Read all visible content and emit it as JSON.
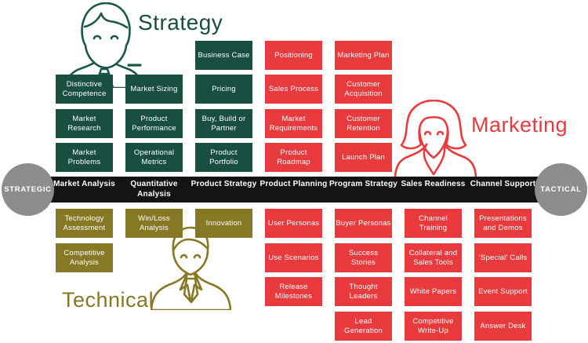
{
  "personas": {
    "strategy": {
      "label": "Strategy",
      "color": "#184f41"
    },
    "marketing": {
      "label": "Marketing",
      "color": "#e93a3e"
    },
    "technical": {
      "label": "Technical",
      "color": "#877826"
    }
  },
  "axis": {
    "left_circle": "STRATEGIC",
    "right_circle": "TACTICAL",
    "bar_color": "#141414",
    "circle_color": "#8d8d8f"
  },
  "colors": {
    "green": "#184f41",
    "red": "#e93a3e",
    "olive": "#877826"
  },
  "columns": [
    {
      "header": "Market Analysis",
      "above": [
        "Distinctive Competence",
        "Market Research",
        "Market Problems"
      ],
      "below": [
        "Technology Assessment",
        "Competitive Analysis"
      ]
    },
    {
      "header": "Quantitative Analysis",
      "above": [
        "Market Sizing",
        "Product Performance",
        "Operational Metrics"
      ],
      "below": [
        "Win/Loss Analysis"
      ]
    },
    {
      "header": "Product Strategy",
      "above": [
        "Business Case",
        "Pricing",
        "Buy, Build or Partner",
        "Product Portfolio"
      ],
      "below": [
        "Innovation"
      ]
    },
    {
      "header": "Product Planning",
      "above": [
        "Positioning",
        "Sales Process",
        "Market Requirements",
        "Product Roadmap"
      ],
      "below": [
        "User Personas",
        "Use Scenarios",
        "Release Milestones"
      ]
    },
    {
      "header": "Program Strategy",
      "above": [
        "Marketing Plan",
        "Customer Acquisition",
        "Customer Retention",
        "Launch Plan"
      ],
      "below": [
        "Buyer Personas",
        "Success Stories",
        "Thought Leaders",
        "Lead Generation"
      ]
    },
    {
      "header": "Sales Readiness",
      "above": [],
      "below": [
        "Channel Training",
        "Collateral and Sales Tools",
        "White Papers",
        "Competitive Write-Up"
      ]
    },
    {
      "header": "Channel Support",
      "above": [],
      "below": [
        "Presentations and Demos",
        "‘Special’ Calls",
        "Event Support",
        "Answer Desk"
      ]
    }
  ]
}
